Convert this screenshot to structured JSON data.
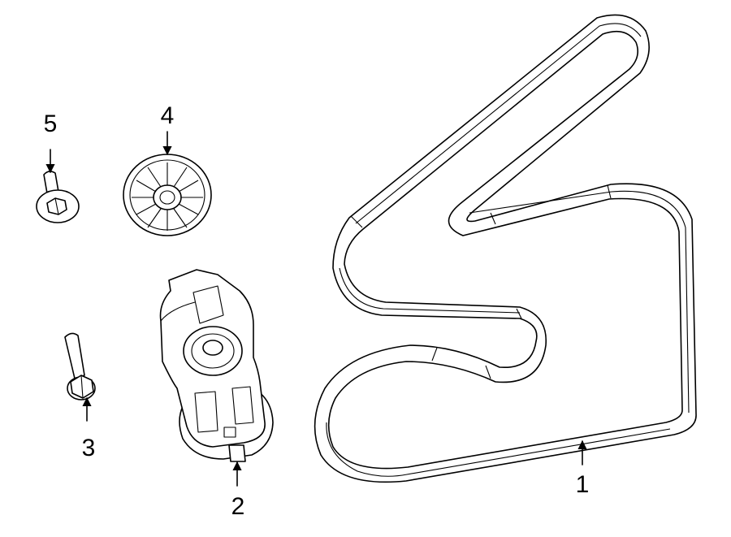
{
  "diagram": {
    "parts": [
      {
        "callout": "1",
        "icon": "serpentine-belt-icon"
      },
      {
        "callout": "2",
        "icon": "belt-tensioner-icon"
      },
      {
        "callout": "3",
        "icon": "tensioner-bolt-icon"
      },
      {
        "callout": "4",
        "icon": "idler-pulley-icon"
      },
      {
        "callout": "5",
        "icon": "pulley-bolt-icon"
      }
    ],
    "colors": {
      "line": "#000000",
      "background": "#ffffff"
    }
  }
}
